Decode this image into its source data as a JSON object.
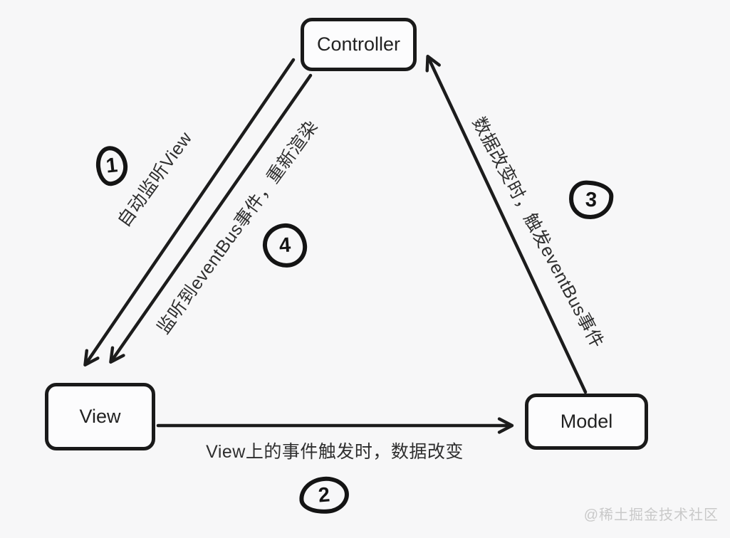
{
  "nodes": {
    "controller": {
      "label": "Controller"
    },
    "view": {
      "label": "View"
    },
    "model": {
      "label": "Model"
    }
  },
  "edges": {
    "controller_to_view_listen": {
      "from": "Controller",
      "to": "View",
      "label": "自动监听View",
      "step": "1"
    },
    "view_to_model": {
      "from": "View",
      "to": "Model",
      "label": "View上的事件触发时，数据改变",
      "step": "2"
    },
    "model_to_controller": {
      "from": "Model",
      "to": "Controller",
      "label": "数据改变时，触发eventBus事件",
      "step": "3"
    },
    "controller_to_view_render": {
      "from": "Controller",
      "to": "View",
      "label": "监听到eventBus事件，重新渲染",
      "step": "4"
    }
  },
  "watermark": {
    "text": "@稀土掘金技术社区"
  },
  "colors": {
    "ink": "#1a1a1a",
    "background": "#f7f7f8",
    "watermark": "#c9c9c9"
  }
}
